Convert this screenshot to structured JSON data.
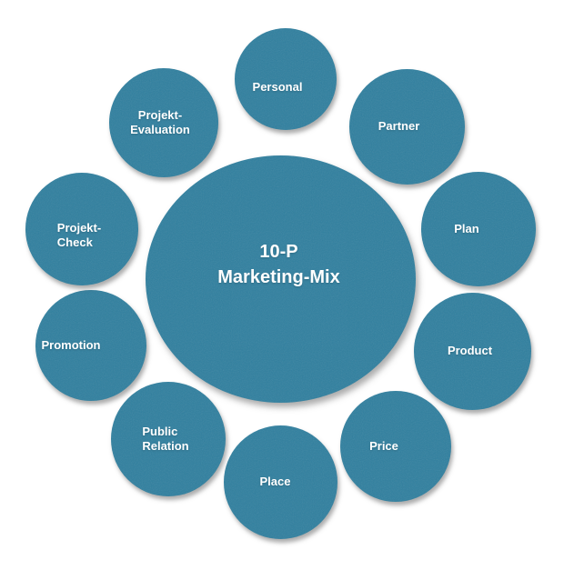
{
  "diagram": {
    "colors": {
      "circle_fill": "#2f7f9f",
      "label_text": "#ffffff",
      "background": "#ffffff",
      "shadow": "rgba(92,92,92,0.5)"
    },
    "center": {
      "label": "10-P\nMarketing-Mix"
    },
    "satellites": [
      {
        "id": "personal",
        "label": "Personal"
      },
      {
        "id": "partner",
        "label": "Partner"
      },
      {
        "id": "plan",
        "label": "Plan"
      },
      {
        "id": "product",
        "label": "Product"
      },
      {
        "id": "price",
        "label": "Price"
      },
      {
        "id": "place",
        "label": "Place"
      },
      {
        "id": "public-relation",
        "label": "Public\nRelation"
      },
      {
        "id": "promotion",
        "label": "Promotion"
      },
      {
        "id": "projekt-check",
        "label": "Projekt-\nCheck"
      },
      {
        "id": "projekt-evaluation",
        "label": "Projekt-\nEvaluation"
      }
    ]
  }
}
